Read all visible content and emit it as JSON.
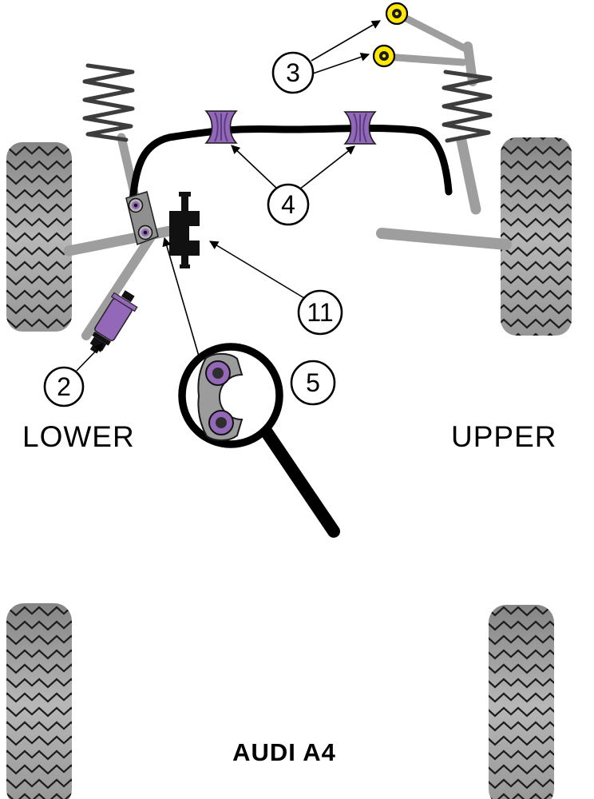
{
  "title": {
    "vehicle": "AUDI A4"
  },
  "sections": {
    "lower_label": "LOWER",
    "upper_label": "UPPER"
  },
  "callouts": {
    "item2": "2",
    "item3": "3",
    "item4": "4",
    "item5": "5",
    "item11": "11"
  },
  "colors": {
    "bushing_purple": "#9468B8",
    "bushing_yellow": "#FFE800",
    "metal_gray": "#9E9E9E",
    "outline_black": "#000000",
    "background_white": "#FFFFFF"
  }
}
